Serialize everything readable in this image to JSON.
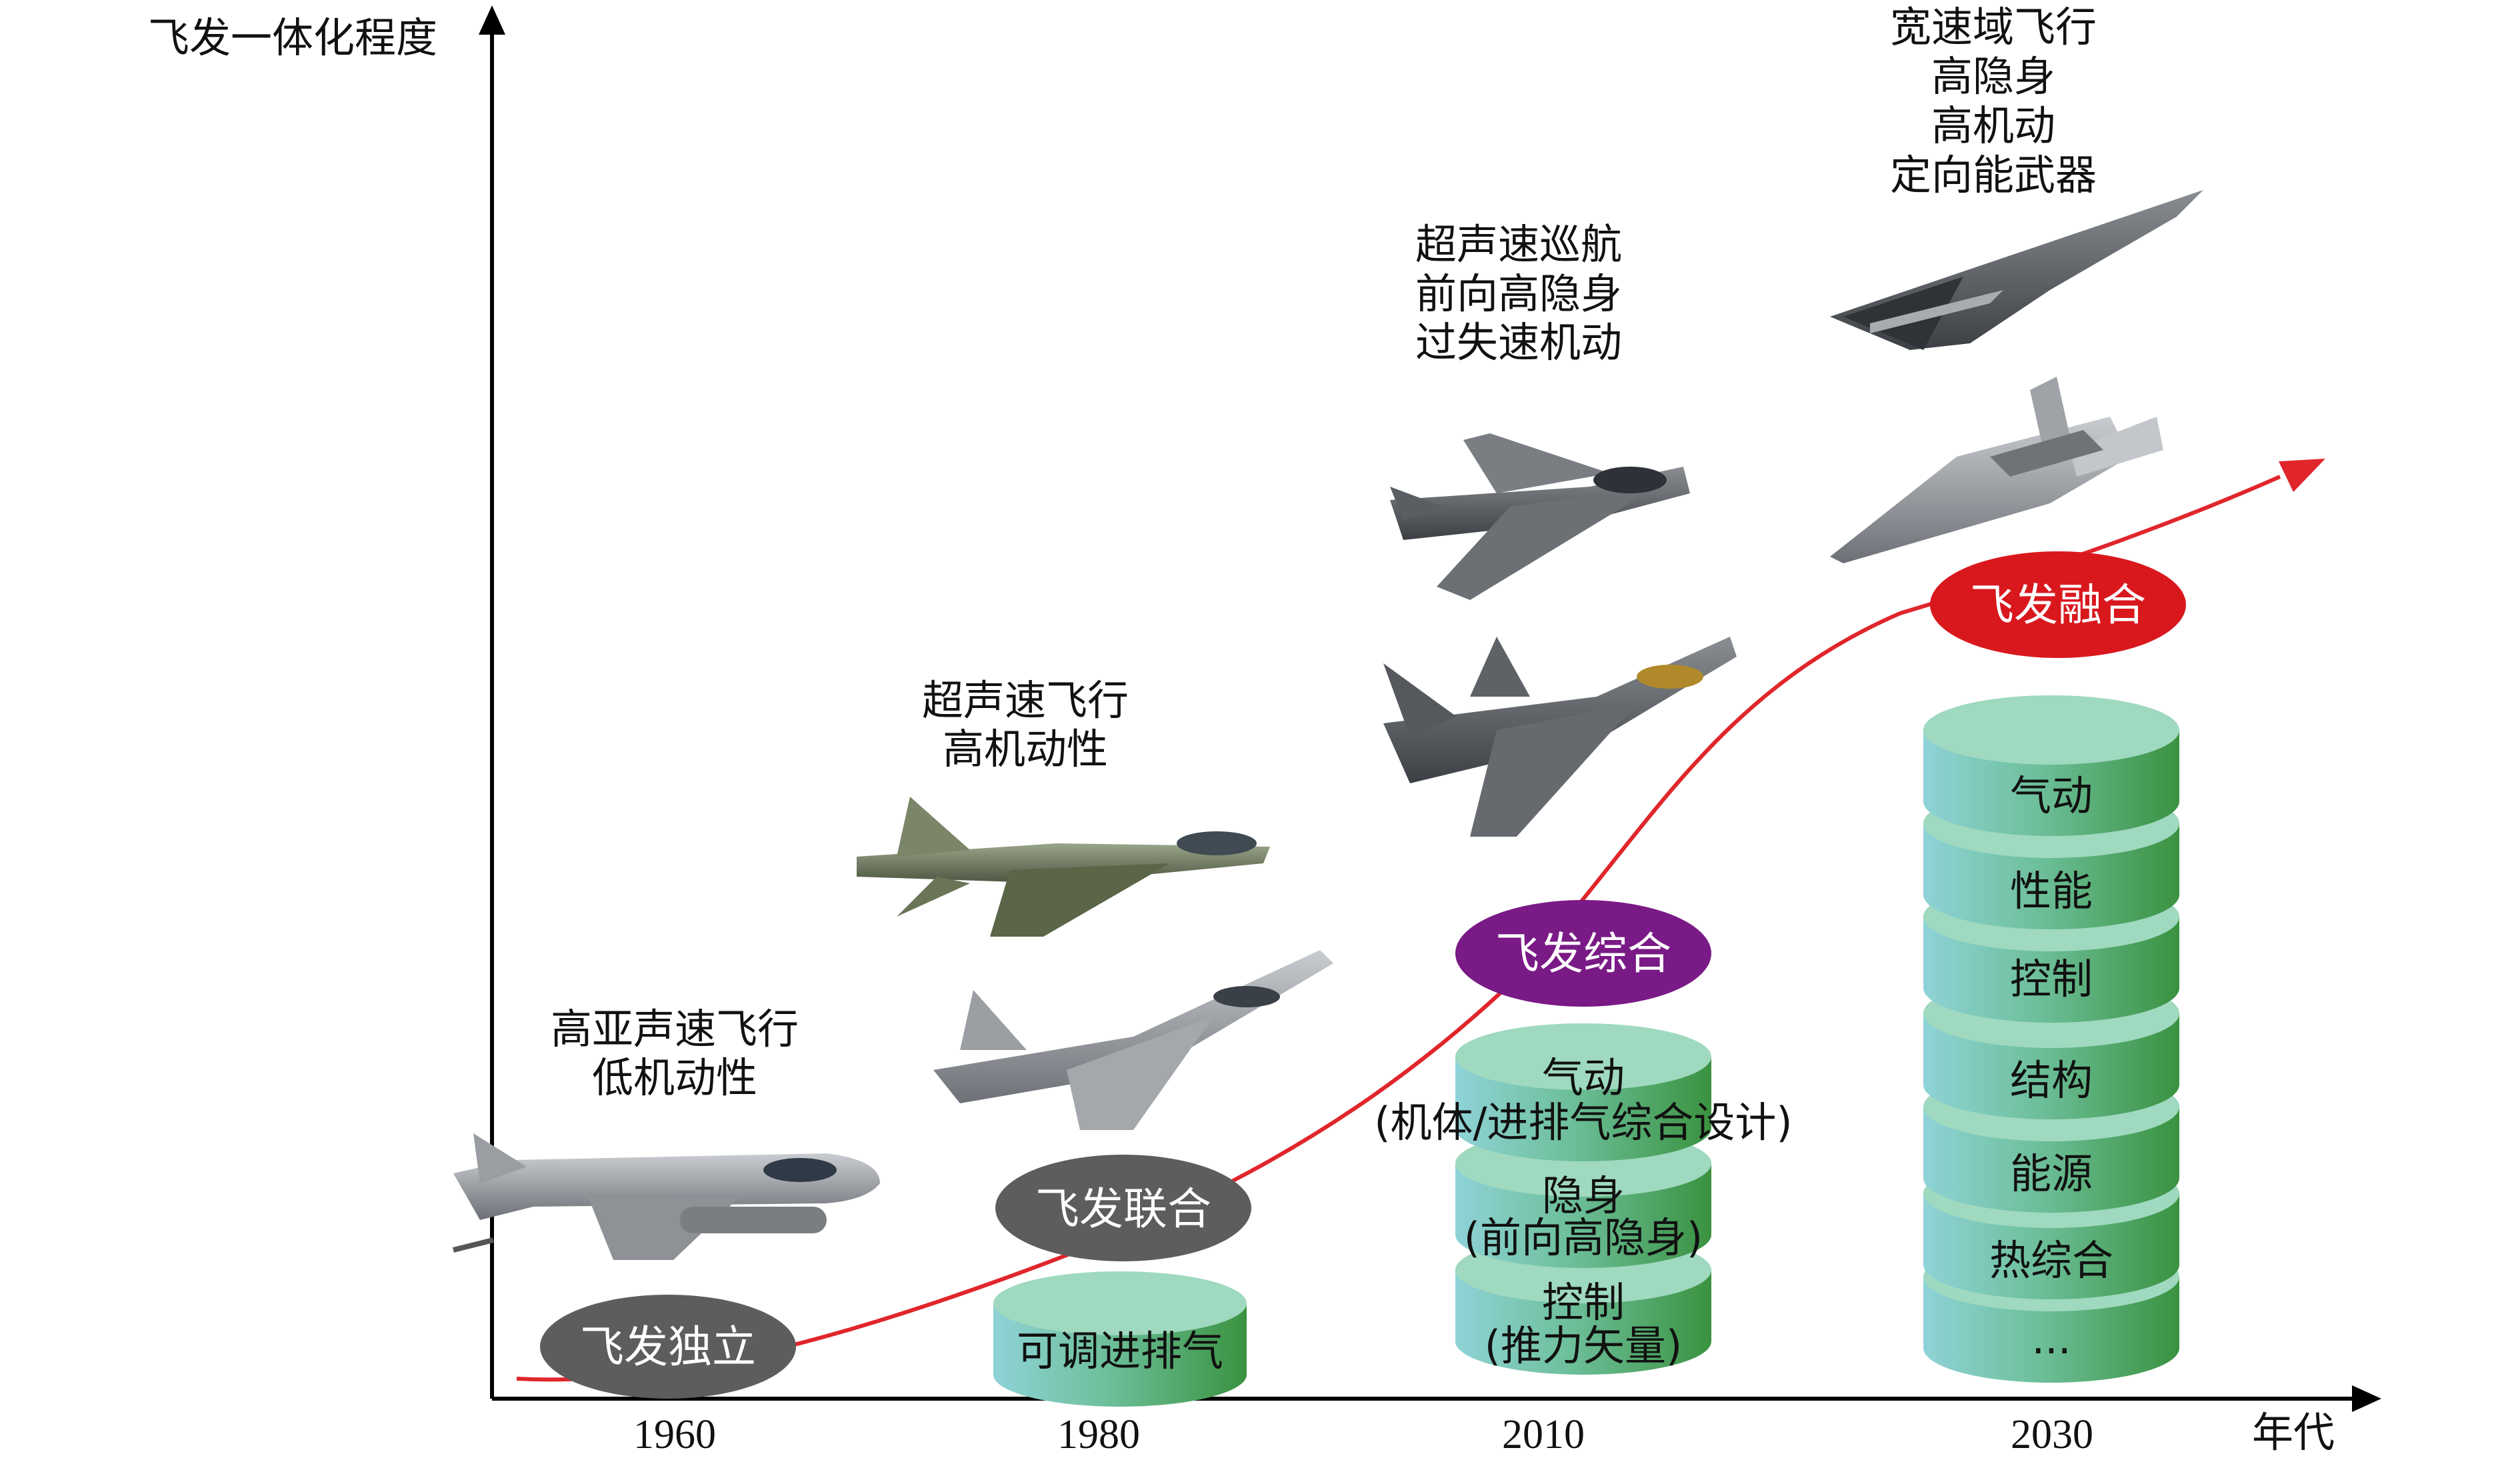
{
  "axes": {
    "y_label": "飞发一体化程度",
    "x_label": "年代",
    "years": [
      "1960",
      "1980",
      "2010",
      "2030"
    ]
  },
  "stages": [
    {
      "label": "飞发独立",
      "color": "#5d5d5d"
    },
    {
      "label": "飞发联合",
      "color": "#5d5d5d"
    },
    {
      "label": "飞发综合",
      "color": "#7a1a86"
    },
    {
      "label": "飞发融合",
      "color": "#d9181e"
    }
  ],
  "capabilities": {
    "c1960": [
      "高亚声速飞行",
      "低机动性"
    ],
    "c1980": [
      "超声速飞行",
      "高机动性"
    ],
    "c2010": [
      "超声速巡航",
      "前向高隐身",
      "过失速机动"
    ],
    "c2030": [
      "宽速域飞行",
      "高隐身",
      "高机动",
      "定向能武器"
    ]
  },
  "stacks": {
    "s1980": [
      "可调进排气"
    ],
    "s2010": [
      [
        "气动",
        "(机体/进排气综合设计)"
      ],
      [
        "隐身",
        "(前向高隐身)"
      ],
      [
        "控制",
        "(推力矢量)"
      ]
    ],
    "s2030": [
      "气动",
      "性能",
      "控制",
      "结构",
      "能源",
      "热综合",
      "..."
    ]
  },
  "colors": {
    "curve": "#e0262b",
    "cylinder_top": "#9ed8bc",
    "cylinder_side_left": "#7fcbd0",
    "cylinder_side_right": "#3f9a45",
    "axis": "#000000"
  }
}
